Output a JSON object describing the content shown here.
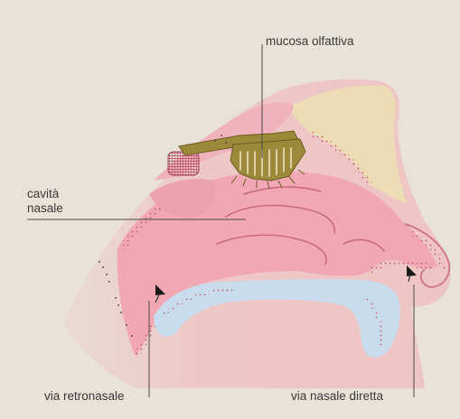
{
  "labels": {
    "olfactory_mucosa": "mucosa olfattiva",
    "nasal_cavity_line1": "cavità",
    "nasal_cavity_line2": "nasale",
    "retronasal_route": "via retronasale",
    "direct_nasal_route": "via nasale diretta"
  },
  "colors": {
    "background": "#e8e2d8",
    "tissue_outer": "#eec5c4",
    "tissue_inner": "#f1a7b4",
    "bone": "#eddcb5",
    "olfactory_mucosa": "#9c8a3a",
    "palate": "#c8dcee",
    "stipple": "#c05a6a",
    "leader_line": "#4a4a4a"
  }
}
